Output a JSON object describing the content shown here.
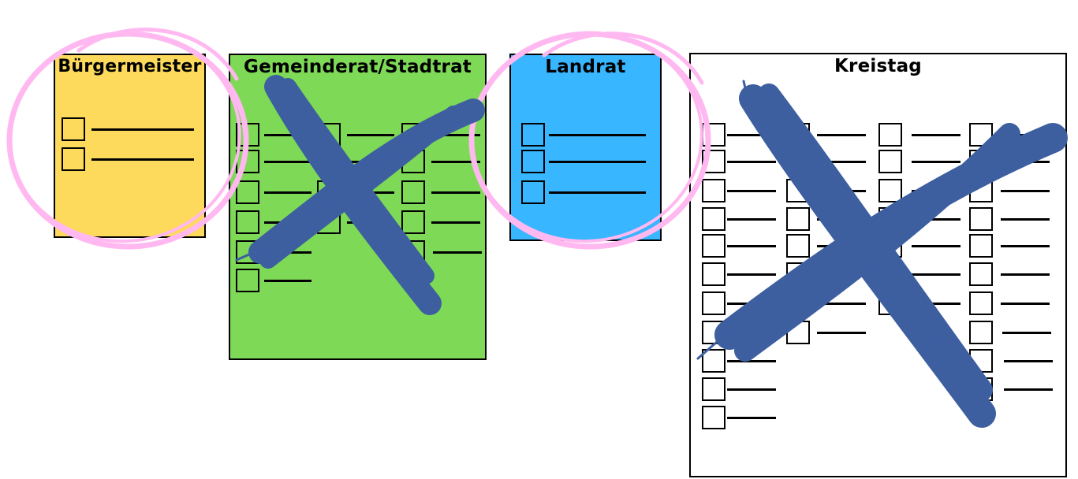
{
  "cards": [
    {
      "id": "buergermeister",
      "title": "Bürgermeister",
      "color": "#FDDA5C",
      "status": "circled",
      "columns": [
        2
      ]
    },
    {
      "id": "gemeinderat",
      "title": "Gemeinderat/Stadtrat",
      "color": "#7ED957",
      "status": "crossed",
      "columns": [
        6,
        4,
        5
      ]
    },
    {
      "id": "landrat",
      "title": "Landrat",
      "color": "#38B6FF",
      "status": "circled",
      "columns": [
        3
      ]
    },
    {
      "id": "kreistag",
      "title": "Kreistag",
      "color": "#FFFFFF",
      "status": "crossed",
      "columns": [
        11,
        8,
        7,
        10
      ]
    }
  ],
  "marks": {
    "circle_color": "#FFB8F0",
    "cross_color": "#3D5FA0"
  }
}
